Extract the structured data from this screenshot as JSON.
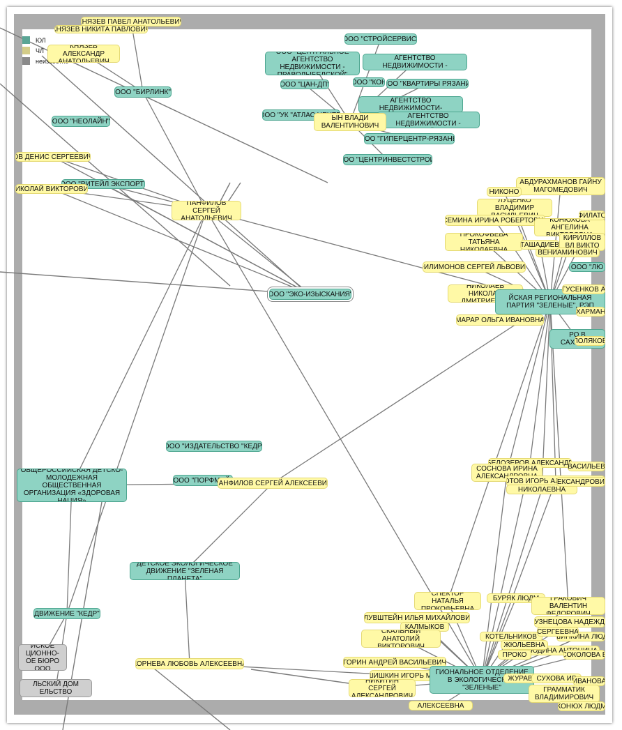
{
  "legend": {
    "items": [
      {
        "label": "ЮЛ",
        "color": "#5aa595"
      },
      {
        "label": "ЧЛ",
        "color": "#d3cc88"
      },
      {
        "label": "неизвестно",
        "color": "#8a8a8a"
      }
    ]
  },
  "nodes": [
    {
      "id": "n1",
      "label": "КНЯЗЕВ ПАВЕЛ АНАТОЛЬЕВИЧ",
      "type": "person"
    },
    {
      "id": "n2",
      "label": "КНЯЗЕВ НИКИТА ПАВЛОВИЧ",
      "type": "person"
    },
    {
      "id": "n3",
      "label": "КНЯЗЕВ АЛЕКСАНДР АНАТОЛЬЕВИЧ",
      "type": "person"
    },
    {
      "id": "n4",
      "label": "ООО \"БИРЛИНК\"",
      "type": "org"
    },
    {
      "id": "n5",
      "label": "ООО \"НЕОЛАЙН\"",
      "type": "org"
    },
    {
      "id": "n6",
      "label": "ОВ ДЕНИС СЕРГЕЕВИЧ",
      "type": "person"
    },
    {
      "id": "n7",
      "label": "ООО \"РИТЕЙЛ ЭКСПОРТ\"",
      "type": "org"
    },
    {
      "id": "n8",
      "label": "НИКОЛАЙ ВИКТОРОВИЧ",
      "type": "person"
    },
    {
      "id": "n9",
      "label": "ПАНФИЛОВ СЕРГЕЙ АНАТОЛЬЕВИЧ",
      "type": "person"
    },
    {
      "id": "n10",
      "label": "ООО \"ЭКО-ИЗЫСКАНИЯ\"",
      "type": "selected"
    },
    {
      "id": "n11",
      "label": "ООО \"ИЗДАТЕЛЬСТВО \"КЕДР\"",
      "type": "org"
    },
    {
      "id": "n12",
      "label": "ООО \"ПОРФМИЙ\"",
      "type": "org"
    },
    {
      "id": "n13",
      "label": "ПАНФИЛОВ СЕРГЕЙ АЛЕКСЕЕВИЧ",
      "type": "person"
    },
    {
      "id": "n14",
      "label": "ОБЩЕРОССИЙСКАЯ ДЕТСКО-МОЛОДЕЖНАЯ ОБЩЕСТВЕННАЯ ОРГАНИЗАЦИЯ «ЗДОРОВАЯ НАЦИЯ»",
      "type": "org"
    },
    {
      "id": "n15",
      "label": "ДЕТСКОЕ ЭКОЛОГИЧЕСКОЕ ДВИЖЕНИЕ \"ЗЕЛЕНАЯ ПЛАНЕТА\"",
      "type": "org"
    },
    {
      "id": "n16",
      "label": "ДВИЖЕНИЕ \"КЕДР\"",
      "type": "org"
    },
    {
      "id": "n17",
      "label": "КОРНЕВА ЛЮБОВЬ АЛЕКСЕЕВНА",
      "type": "person"
    },
    {
      "id": "n18",
      "label": "ЙСКОЕ ЦИОННО- ОЕ БЮРО ООО",
      "type": "unk"
    },
    {
      "id": "n19",
      "label": "ЛЬСКИЙ ДОМ ЕЛЬСТВО",
      "type": "unk"
    },
    {
      "id": "n20",
      "label": "ООО \"СТРОЙСЕРВИС\"",
      "type": "org"
    },
    {
      "id": "n21",
      "label": "ООО \"ЦЕНТРАЛЬНОЕ АГЕНТСТВО НЕДВИЖИМОСТИ - ПРАВОЛЫБЕДСКОЙ\"",
      "type": "org"
    },
    {
      "id": "n22",
      "label": "ООО \"ЦЕНТРАЛЬНОЕ АГЕНТСТВО НЕДВИЖИМОСТИ - ГОРРОЩА\"",
      "type": "org"
    },
    {
      "id": "n23",
      "label": "ООО \"ЦАН-ДП\"",
      "type": "org"
    },
    {
      "id": "n24",
      "label": "ООО \"КВАРТИРЫ РЯЗАНИ\"",
      "type": "org"
    },
    {
      "id": "n25",
      "label": "ООО \"ЦЕНТРАЛЬНОЕ АГЕНТСТВО НЕДВИЖИМОСТИ-КАНИЩЕВО\"",
      "type": "org"
    },
    {
      "id": "n26",
      "label": "ООО \"УК \"АТЛАС ЦЕНТР\"",
      "type": "org"
    },
    {
      "id": "n27",
      "label": "ООО \"ЦЕНТРАЛЬНОЕ АГЕНТСТВО НЕДВИЖИМОСТИ - НОВОСЁЛОВ\"",
      "type": "org"
    },
    {
      "id": "n28",
      "label": "ООО \"ГИПЕРЦЕНТР-РЯЗАНЬ\"",
      "type": "org"
    },
    {
      "id": "n29",
      "label": "ООО \"ЦЕНТРИНВЕСТСТРОЙ\"",
      "type": "org"
    },
    {
      "id": "n30",
      "label": "ЫН ВЛАДИ ВАЛЕНТИНОВИЧ",
      "type": "person"
    },
    {
      "id": "n31",
      "label": "АБДУРАХМАНОВ ГАЙНУ МАГОМЕДОВИЧ",
      "type": "person"
    },
    {
      "id": "n32",
      "label": "ЛУЦЕНКО ВЛАДИМИР ВАСИЛЬЕВИЧ",
      "type": "person"
    },
    {
      "id": "n33",
      "label": "СЕМИНА ИРИНА РОБЕРТОВНА",
      "type": "person"
    },
    {
      "id": "n34",
      "label": "КОНЮХОВА АНГЕЛИНА ВИКТОРОВНА",
      "type": "person"
    },
    {
      "id": "n35",
      "label": "ПРОКОФЬЕВА ТАТЬЯНА НИКОЛАЕВНА",
      "type": "person"
    },
    {
      "id": "n36",
      "label": "КИРИЛЛОВ ВЛ ВИКТО",
      "type": "person"
    },
    {
      "id": "n37",
      "label": "ФИЛИМОНОВ СЕРГЕЙ ЛЬВОВИЧ",
      "type": "person"
    },
    {
      "id": "n38",
      "label": "НИКОЛАЕВ НИКОЛАЙ ДМИТРИЕВИЧ",
      "type": "person"
    },
    {
      "id": "n39",
      "label": "ЙСКАЯ РЕГИОНАЛЬНАЯ ПАРТИЯ \"ЗЕЛЕНЫЕ\", РЭП",
      "type": "org"
    },
    {
      "id": "n40",
      "label": "МАРАР ОЛЬГА ИВАНОВНА",
      "type": "person"
    },
    {
      "id": "n41",
      "label": "РО В САХАЛИН",
      "type": "org"
    },
    {
      "id": "n42",
      "label": "ПОЛЯКОВ",
      "type": "person"
    },
    {
      "id": "n43",
      "label": "ГУСЕНКОВ А",
      "type": "person"
    },
    {
      "id": "n44",
      "label": "ХАРМАН",
      "type": "person"
    },
    {
      "id": "n45",
      "label": "НИКОНО",
      "type": "person"
    },
    {
      "id": "n46",
      "label": "ВЕНИАМИНОВИЧ",
      "type": "person"
    },
    {
      "id": "n47",
      "label": "ТАШАДИЕВ",
      "type": "person"
    },
    {
      "id": "n48",
      "label": "БЕЛОЗЕРОВ АЛЕКСАНДР",
      "type": "person"
    },
    {
      "id": "n49",
      "label": "СОСНОВА ИРИНА АЛЕКСАНДРОВНА",
      "type": "person"
    },
    {
      "id": "n50",
      "label": "РОТОВ ИГОРЬ АЛЕКСАНДРОВИЧ",
      "type": "person"
    },
    {
      "id": "n51",
      "label": "НИКОЛАЕВНА",
      "type": "person"
    },
    {
      "id": "n52",
      "label": "СПЕКТОР НАТАЛЬЯ ПРОКОФЬЕВНА",
      "type": "person"
    },
    {
      "id": "n53",
      "label": "БУРЯК ЛЮДМ",
      "type": "person"
    },
    {
      "id": "n54",
      "label": "ГРАКОВИЧ ВАЛЕНТИН ФЕДОРОВИЧ",
      "type": "person"
    },
    {
      "id": "n55",
      "label": "БЛУВШТЕЙН ИЛЬЯ МИХАЙЛОВИЧ",
      "type": "person"
    },
    {
      "id": "n56",
      "label": "КАЛМЫКОВ",
      "type": "person"
    },
    {
      "id": "n57",
      "label": "КУЗНЕЦОВА НАДЕЖДА",
      "type": "person"
    },
    {
      "id": "n58",
      "label": "СКАЛЬНЫЙ АНАТОЛИЙ ВИКТОРОВИЧ",
      "type": "person"
    },
    {
      "id": "n59",
      "label": "КОТЕЛЬНИКОВ",
      "type": "person"
    },
    {
      "id": "n60",
      "label": "ШИПКИНА ЛЮД",
      "type": "person"
    },
    {
      "id": "n61",
      "label": "ЮДИНА АНТОНИНА",
      "type": "person"
    },
    {
      "id": "n62",
      "label": "ГОРИН АНДРЕЙ ВАСИЛЬЕВИЧ",
      "type": "person"
    },
    {
      "id": "n63",
      "label": "ПРОКО",
      "type": "person"
    },
    {
      "id": "n64",
      "label": "СОКОЛОВА В",
      "type": "person"
    },
    {
      "id": "n65",
      "label": "ШИШКИН ИГОРЬ МИХАЙЛОВИЧ",
      "type": "person"
    },
    {
      "id": "n66",
      "label": "ГИОНАЛЬНОЕ ОТДЕЛЕНИЕ В ЭКОЛОГИЧЕСКОЙ \"ЗЕЛЕНЫЕ\"",
      "type": "org"
    },
    {
      "id": "n67",
      "label": "ЖУРАВ",
      "type": "person"
    },
    {
      "id": "n68",
      "label": "СУХОВА ИР",
      "type": "person"
    },
    {
      "id": "n69",
      "label": "ИВАНОВА",
      "type": "person"
    },
    {
      "id": "n70",
      "label": "НИКИТИН СЕРГЕЙ АЛЕКСАНДРОВИЧ",
      "type": "person"
    },
    {
      "id": "n71",
      "label": "ГРАММАТИК ВЛАДИМИРОВИЧ",
      "type": "person"
    },
    {
      "id": "n72",
      "label": "КОНЮХ ЛЮДМ",
      "type": "person"
    },
    {
      "id": "n73",
      "label": "АЛЕКСЕЕВНА",
      "type": "person"
    },
    {
      "id": "n74",
      "label": "ЛЕКСАНДРОВИЧ",
      "type": "person"
    },
    {
      "id": "n75",
      "label": "ФИЛАТО",
      "type": "person"
    },
    {
      "id": "n76",
      "label": "ВАСИЛЬЕВ",
      "type": "person"
    },
    {
      "id": "n77",
      "label": "ООО \"ЛЮ",
      "type": "org"
    },
    {
      "id": "n78",
      "label": "ООО \"КОН",
      "type": "org"
    },
    {
      "id": "n79",
      "label": "СЕРГЕЕВНА",
      "type": "person"
    },
    {
      "id": "n80",
      "label": "ЖЮЛЬЕВНА",
      "type": "person"
    }
  ]
}
